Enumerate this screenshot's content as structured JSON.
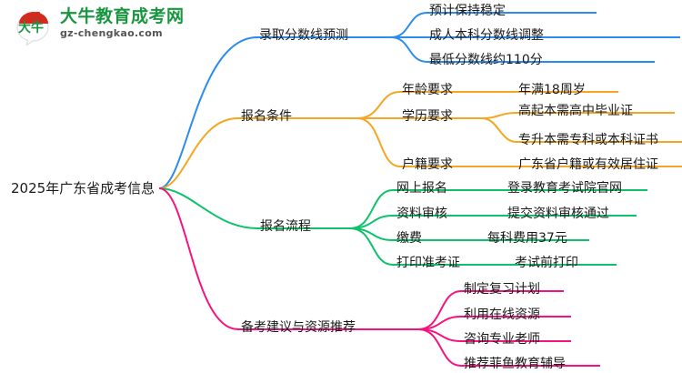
{
  "logo": {
    "mark_alt": "daniu-logo-icon",
    "cn_name": "大牛教育成考网",
    "domain": "gz-chengkao.com",
    "brand_green": "#1a9641",
    "brand_red": "#d32a1e"
  },
  "mindmap": {
    "root": {
      "label": "2025年广东省成考信息"
    },
    "colors": {
      "blue": "#2b8cf0",
      "orange": "#f5a623",
      "green": "#0ec26b",
      "pink": "#f5147f"
    },
    "branches": [
      {
        "label": "录取分数线预测",
        "color_key": "blue",
        "children": [
          {
            "label": "预计保持稳定",
            "children": []
          },
          {
            "label": "成人本科分数线调整",
            "children": []
          },
          {
            "label": "最低分数线约110分",
            "children": []
          }
        ]
      },
      {
        "label": "报名条件",
        "color_key": "orange",
        "children": [
          {
            "label": "年龄要求",
            "children": [
              {
                "label": "年满18周岁"
              }
            ]
          },
          {
            "label": "学历要求",
            "children": [
              {
                "label": "高起本需高中毕业证"
              },
              {
                "label": "专升本需专科或本科证书"
              }
            ]
          },
          {
            "label": "户籍要求",
            "children": [
              {
                "label": "广东省户籍或有效居住证"
              }
            ]
          }
        ]
      },
      {
        "label": "报名流程",
        "color_key": "green",
        "children": [
          {
            "label": "网上报名",
            "children": [
              {
                "label": "登录教育考试院官网"
              }
            ]
          },
          {
            "label": "资料审核",
            "children": [
              {
                "label": "提交资料审核通过"
              }
            ]
          },
          {
            "label": "缴费",
            "children": [
              {
                "label": "每科费用37元"
              }
            ]
          },
          {
            "label": "打印准考证",
            "children": [
              {
                "label": "考试前打印"
              }
            ]
          }
        ]
      },
      {
        "label": "备考建议与资源推荐",
        "color_key": "pink",
        "children": [
          {
            "label": "制定复习计划",
            "children": []
          },
          {
            "label": "利用在线资源",
            "children": []
          },
          {
            "label": "咨询专业老师",
            "children": []
          },
          {
            "label": "推荐菲鱼教育辅导",
            "children": []
          }
        ]
      }
    ]
  }
}
